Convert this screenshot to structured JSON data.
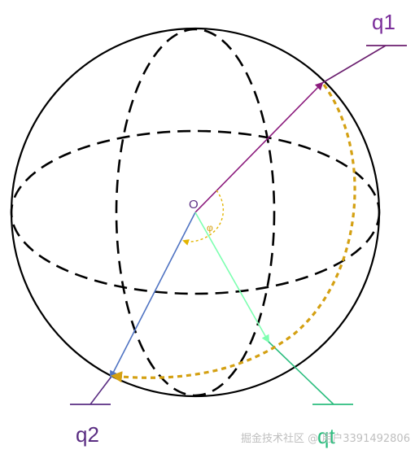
{
  "diagram": {
    "labels": {
      "q1": "q1",
      "q2": "q2",
      "qt": "qt",
      "origin": "O",
      "angle": "φ"
    },
    "watermark": "掘金技术社区 @ 用户3391492806"
  },
  "colors": {
    "sphere": "#000000",
    "q1_vector": "#8b1a7c",
    "q2_vector": "#4f73c2",
    "qt_vector": "#7dffb0",
    "qt_extension": "#2bbd7e",
    "arc": "#d4a012",
    "q1_label": "#7a2d9a",
    "q2_label": "#5a2d82",
    "qt_label": "#2bbd7e",
    "origin_label": "#5a2d82",
    "watermark": "#bfbfbf"
  }
}
